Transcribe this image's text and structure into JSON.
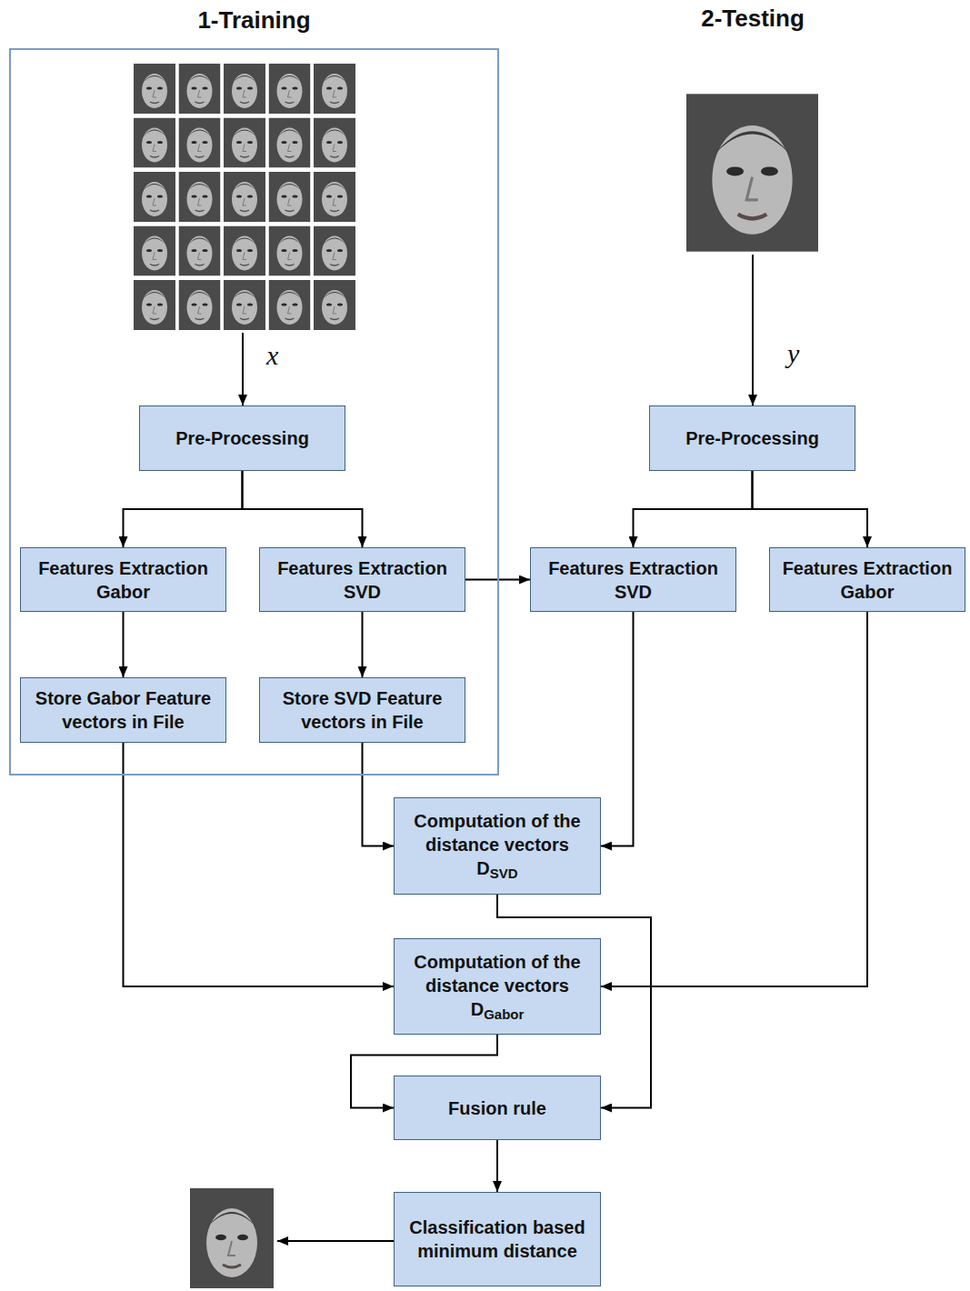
{
  "diagram": {
    "nodes": [
      {
        "text": [
          "1-Training"
        ]
      },
      {
        "text": [
          "Pre-Processing"
        ],
        "in": 0
      },
      {
        "text": [
          "Features Extraction Gabor"
        ],
        "in": 0
      },
      {
        "text": [
          "Features Extraction SVD"
        ],
        "in": 0
      },
      {
        "text": [
          "Store Gabor Feature vectors in File"
        ],
        "in": 0
      },
      {
        "text": [
          "Store SVD Feature vectors in File"
        ],
        "in": 0
      },
      {
        "text": [
          "Pre-Processing"
        ]
      },
      {
        "text": [
          "Features Extraction SVD"
        ]
      },
      {
        "text": [
          "Features Extraction Gabor"
        ]
      },
      {
        "text": [
          "Computation of the distance vectors",
          "D",
          "SVD"
        ]
      },
      {
        "text": [
          "Computation of the distance vectors",
          "D",
          "Gabor"
        ]
      },
      {
        "text": [
          "Fusion rule"
        ]
      },
      {
        "text": [
          "Classification based minimum distance"
        ]
      }
    ],
    "edges": [
      {
        "from": 1,
        "to": 2,
        "arrow": "to"
      },
      {
        "from": 1,
        "to": 3,
        "arrow": "to"
      },
      {
        "from": 2,
        "to": 4,
        "arrow": "to"
      },
      {
        "from": 3,
        "to": 5,
        "arrow": "to"
      },
      {
        "from": 3,
        "to": 7,
        "arrow": "to"
      },
      {
        "from": 6,
        "to": 7,
        "arrow": "to"
      },
      {
        "from": 6,
        "to": 8,
        "arrow": "to"
      },
      {
        "from": 5,
        "to": 9,
        "arrow": "to"
      },
      {
        "from": 7,
        "to": 9,
        "arrow": "to"
      },
      {
        "from": 4,
        "to": 10,
        "arrow": "to"
      },
      {
        "from": 8,
        "to": 10,
        "arrow": "to"
      },
      {
        "from": 10,
        "to": 11,
        "arrow": "to"
      },
      {
        "from": 9,
        "to": 11,
        "arrow": "to"
      },
      {
        "from": 11,
        "to": 12,
        "arrow": "to"
      }
    ],
    "labels": [
      "2-Testing",
      "x",
      "y"
    ]
  }
}
